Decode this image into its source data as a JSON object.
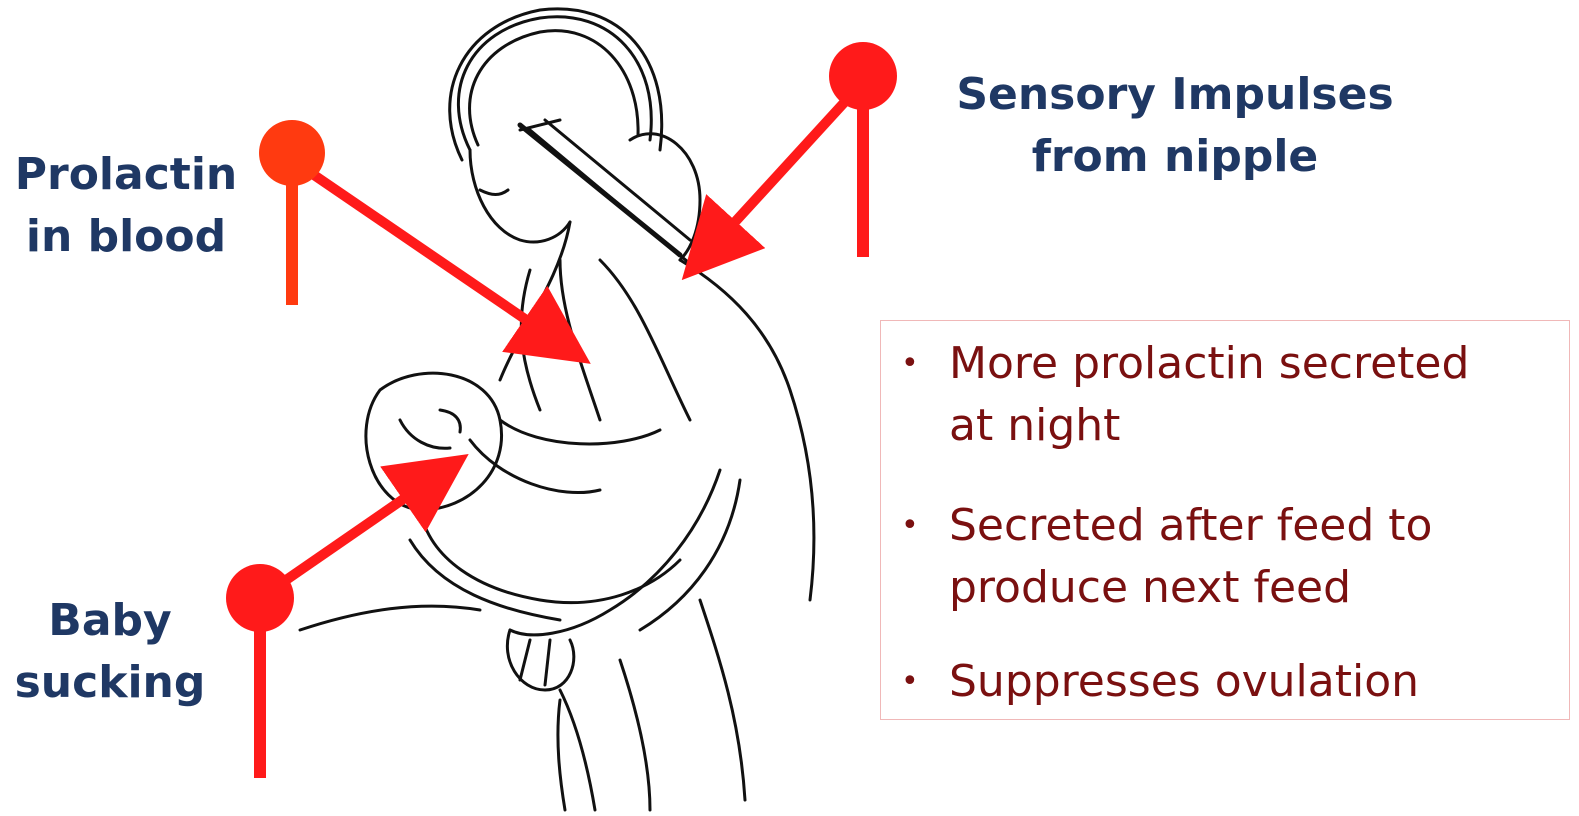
{
  "callouts": {
    "prolactin_line1": "Prolactin",
    "prolactin_line2": "in blood",
    "sensory_line1": "Sensory Impulses",
    "sensory_line2": "from nipple",
    "baby_line1": "Baby",
    "baby_line2": "sucking"
  },
  "notes": [
    {
      "line1": "More prolactin secreted",
      "line2": "at night"
    },
    {
      "line1": "Secreted after feed to",
      "line2": "produce next feed"
    },
    {
      "line1": "Suppresses ovulation",
      "line2": ""
    }
  ],
  "colors": {
    "callout_text": "#1f3864",
    "note_text": "#7a1010",
    "pointer_red": "#ff1a1a",
    "pointer_orange": "#ff3a10",
    "note_border": "#f0b8b8"
  },
  "icons": {
    "illustration": "mother-breastfeeding-baby-illustration",
    "pointer": "pin-arrow-icon"
  }
}
